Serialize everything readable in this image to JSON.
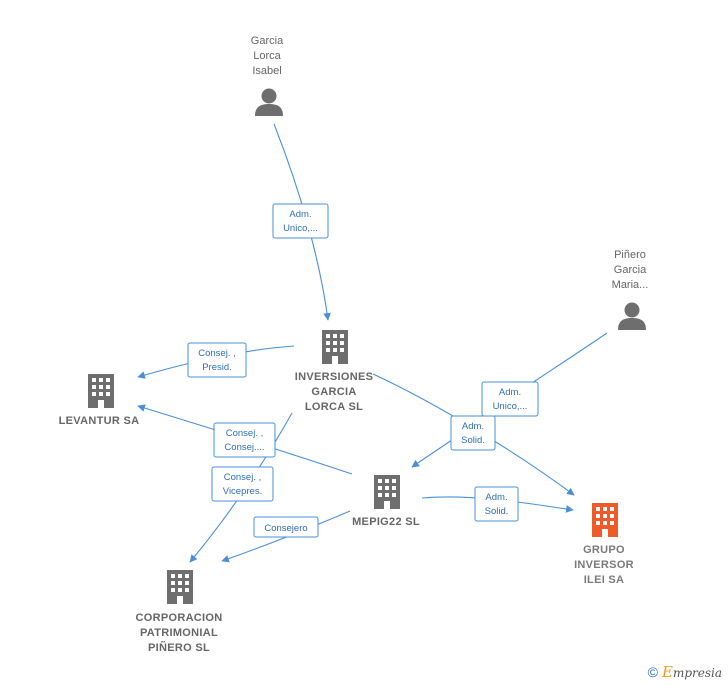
{
  "colors": {
    "accent": "#4a90d9",
    "node_gray": "#6e6e6e",
    "focus_orange": "#f05a28"
  },
  "nodes": {
    "garcia_lorca": {
      "icon": "person-icon",
      "lines": [
        "Garcia",
        "Lorca",
        "Isabel"
      ]
    },
    "pinero_garcia": {
      "icon": "person-icon",
      "lines": [
        "Piñero",
        "Garcia",
        "Maria..."
      ]
    },
    "inversiones": {
      "icon": "building-icon",
      "lines": [
        "INVERSIONES",
        "GARCIA",
        "LORCA  SL"
      ]
    },
    "levantur": {
      "icon": "building-icon",
      "lines": [
        "LEVANTUR SA"
      ]
    },
    "mepig22": {
      "icon": "building-icon",
      "lines": [
        "MEPIG22  SL"
      ]
    },
    "grupo": {
      "icon": "building-icon",
      "lines": [
        "GRUPO",
        "INVERSOR",
        "ILEI SA"
      ]
    },
    "corporacion": {
      "icon": "building-icon",
      "lines": [
        "CORPORACION",
        "PATRIMONIAL",
        "PIÑERO SL"
      ]
    }
  },
  "edges": [
    {
      "id": "e1",
      "lines": [
        "Adm.",
        "Unico,..."
      ]
    },
    {
      "id": "e2",
      "lines": [
        "Consej. ,",
        "Presid."
      ]
    },
    {
      "id": "e3",
      "lines": [
        "Adm.",
        "Unico,..."
      ]
    },
    {
      "id": "e4",
      "lines": [
        "Adm.",
        "Solid."
      ]
    },
    {
      "id": "e5",
      "lines": [
        "Consej. ,",
        "Consej...."
      ]
    },
    {
      "id": "e6",
      "lines": [
        "Consej. ,",
        "Vicepres."
      ]
    },
    {
      "id": "e7",
      "lines": [
        "Adm.",
        "Solid."
      ]
    },
    {
      "id": "e8",
      "lines": [
        "Consejero"
      ]
    }
  ],
  "footer": {
    "copyright_symbol": "©",
    "brand_initial": "E",
    "brand_rest": "mpresia"
  }
}
